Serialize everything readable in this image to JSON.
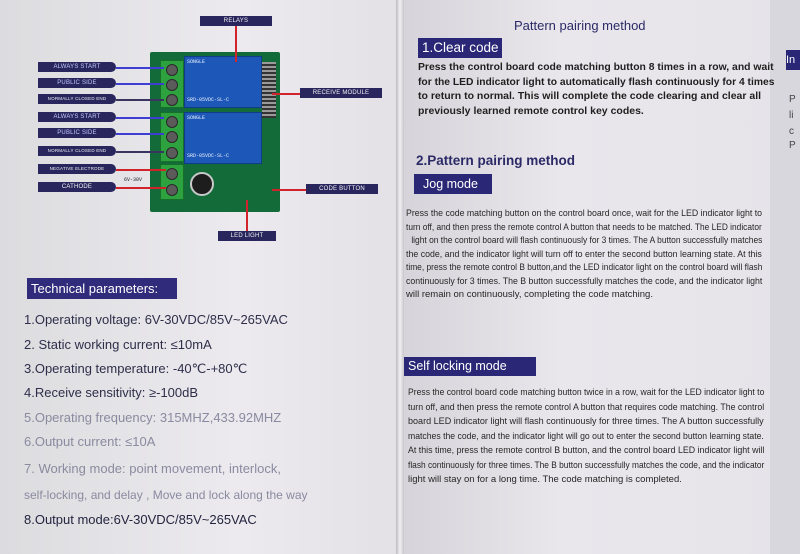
{
  "diagram": {
    "labels": {
      "relays": "RELAYS",
      "receive_module": "RECEIVE MODULE",
      "code_button": "CODE BUTTON",
      "led_light": "LED LIGHT",
      "terminals": [
        "ALWAYS START",
        "PUBLIC SIDE",
        "NORMALLY CLOSED END",
        "ALWAYS START",
        "PUBLIC SIDE",
        "NORMALLY CLOSED END",
        "NEGATIVE ELECTRODE",
        "CATHODE"
      ],
      "voltage_tag": "6V-30V"
    },
    "relay_text": [
      "SRD-05VDC-SL-C",
      "SRD-05VDC-SL-C"
    ],
    "brand": "SONGLE",
    "colors": {
      "label_bg": "#29265e",
      "red_wire": "#d2222c",
      "blue_wire": "#3c3fd1",
      "board": "#146b3a",
      "relay": "#1d58b8"
    }
  },
  "technical": {
    "heading": "Technical parameters:",
    "items": [
      "1.Operating voltage: 6V-30VDC/85V~265VAC",
      "2. Static working current: ≤10mA",
      "3.Operating temperature: -40℃-+80℃",
      "4.Receive sensitivity: ≥-100dB",
      "5.Operating frequency: 315MHZ,433.92MHZ",
      "6.Output current: ≤10A",
      "7. Working mode: point movement, interlock,",
      "self-locking, and delay , Move and lock along the way",
      "8.Output mode:6V-30VDC/85V~265VAC"
    ]
  },
  "right": {
    "title": "Pattern pairing method",
    "section1": {
      "heading": "1.Clear code",
      "lines": [
        "Press the control board code matching button 8 times in a row, and wait",
        "for the LED indicator light to automatically flash continuously for 4 times",
        "to return to normal. This will complete the code clearing and clear all",
        "previously learned remote control key codes."
      ]
    },
    "section2": {
      "heading": "2.Pattern pairing method",
      "jog": {
        "heading": "Jog mode",
        "lines": [
          "Press the code matching button on the control board once, wait for the LED indicator light to",
          "turn off, and then press the remote control A button that needs to be matched. The LED indicator",
          "light on the control board will flash continuously for 3 times. The A button successfully matches",
          "the code, and the indicator light will turn off to enter the second button learning state. At this",
          "time, press the remote control B button,and the LED indicator light on the control board will flash",
          "continuously for 3 times. The B button successfully matches the code, and the indicator light",
          "will remain on continuously, completing the code matching."
        ]
      },
      "self": {
        "heading": "Self locking mode",
        "lines": [
          "Press the control board code matching button twice in a row, wait for the LED indicator light to",
          "turn off, and then press the remote control A button that requires code matching. The control",
          "board LED indicator light will flash continuously for three times. The A button successfully",
          "matches the code, and the indicator light will go out to enter the second button learning state.",
          "At this time, press the remote control B button, and the control board LED indicator light will",
          "flash continuously for three times. The B button successfully matches the code, and the indicator",
          "light will stay on for a long time. The code matching is completed."
        ]
      }
    },
    "edge": {
      "banner": "In",
      "chars": [
        "P",
        "li",
        "c",
        "P"
      ]
    }
  }
}
